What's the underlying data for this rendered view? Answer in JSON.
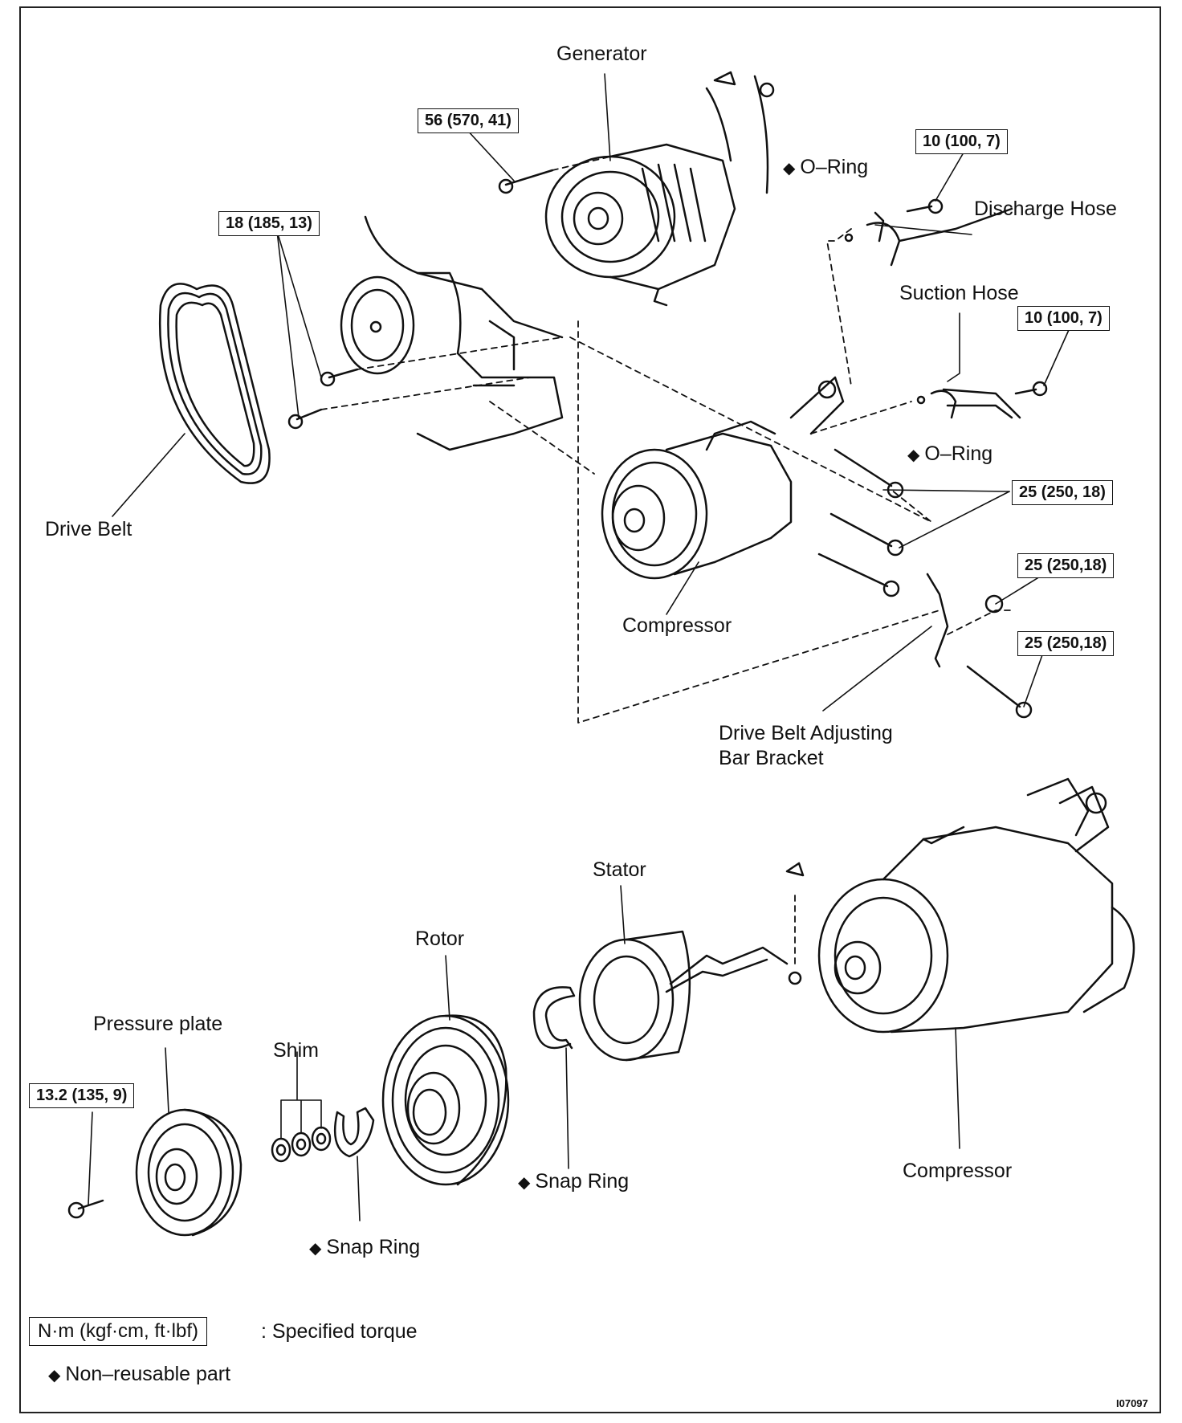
{
  "labels": {
    "generator": "Generator",
    "o_ring_top": "O–Ring",
    "discharge_hose": "Discharge Hose",
    "suction_hose": "Suction Hose",
    "o_ring_mid": "O–Ring",
    "drive_belt": "Drive Belt",
    "compressor_top": "Compressor",
    "adjusting_bar_line1": "Drive Belt Adjusting",
    "adjusting_bar_line2": "Bar Bracket",
    "stator": "Stator",
    "rotor": "Rotor",
    "pressure_plate": "Pressure plate",
    "shim": "Shim",
    "snap_ring_right": "Snap Ring",
    "snap_ring_left": "Snap Ring",
    "compressor_bottom": "Compressor"
  },
  "torques": {
    "generator_bolt": "56 (570, 41)",
    "discharge_bolt": "10 (100, 7)",
    "bracket_bolts": "18 (185, 13)",
    "suction_bolt": "10 (100, 7)",
    "compressor_bolts": "25 (250, 18)",
    "nut": "25 (250,18)",
    "adjust_bolt": "25 (250,18)",
    "pressure_plate_bolt": "13.2 (135, 9)"
  },
  "legend": {
    "unit_box": "N·m (kgf·cm, ft·lbf)",
    "unit_text": ": Specified torque",
    "nonreusable_text": "Non–reusable part",
    "diamond": "◆"
  },
  "figure_id": "I07097"
}
